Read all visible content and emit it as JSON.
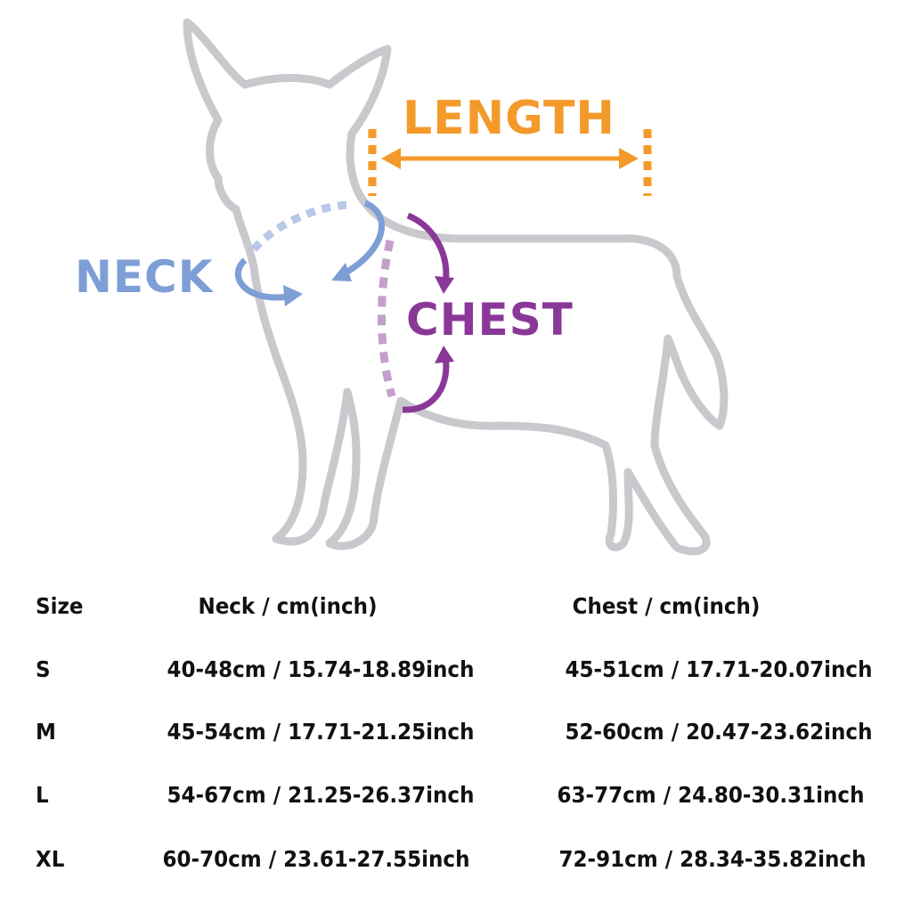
{
  "diagram": {
    "labels": {
      "length": "LENGTH",
      "neck": "NECK",
      "chest": "CHEST"
    },
    "colors": {
      "length": "#F39A2B",
      "neck": "#7E9ED6",
      "chest": "#8A3897",
      "outline": "#C9C9CD"
    }
  },
  "table": {
    "headers": [
      "Size",
      "Neck / cm(inch)",
      "Chest / cm(inch)"
    ],
    "rows": [
      {
        "size": "S",
        "neck": "40-48cm / 15.74-18.89inch",
        "chest": "45-51cm / 17.71-20.07inch"
      },
      {
        "size": "M",
        "neck": "45-54cm / 17.71-21.25inch",
        "chest": "52-60cm / 20.47-23.62inch"
      },
      {
        "size": "L",
        "neck": "54-67cm / 21.25-26.37inch",
        "chest": "63-77cm / 24.80-30.31inch"
      },
      {
        "size": "XL",
        "neck": "60-70cm / 23.61-27.55inch",
        "chest": "72-91cm / 28.34-35.82inch"
      }
    ]
  }
}
